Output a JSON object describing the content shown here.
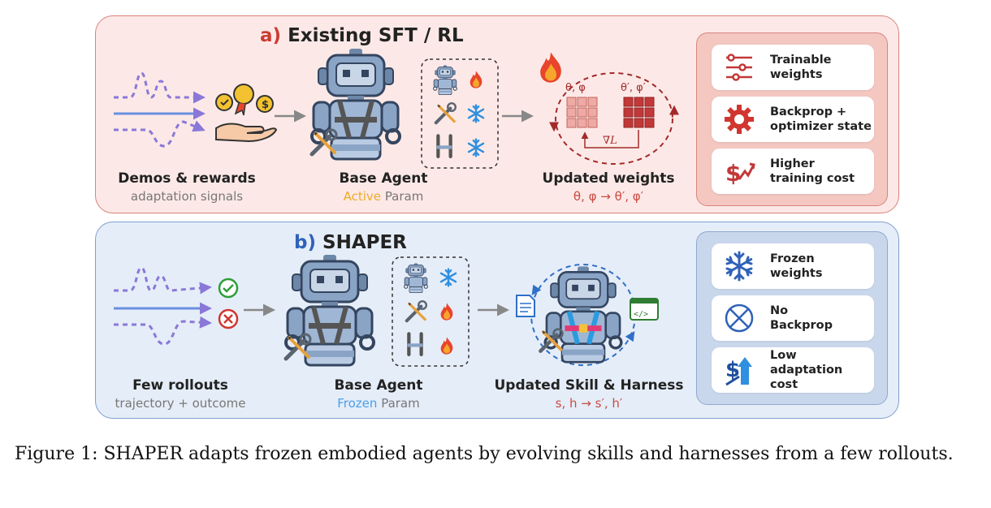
{
  "panel_a": {
    "label": "a)",
    "title": "Existing SFT / RL",
    "col1": {
      "main": "Demos & rewards",
      "sub": "adaptation signals"
    },
    "col2": {
      "main": "Base Agent",
      "sub_highlight": "Active",
      "sub_rest": " Param"
    },
    "col3": {
      "main": "Updated weights",
      "sub": "θ, φ → θ′, φ′",
      "left_param": "θ, φ",
      "right_param": "θ′, φ′",
      "gradient": "∇L"
    },
    "cards": [
      {
        "icon": "sliders-icon",
        "text": "Trainable\nweights"
      },
      {
        "icon": "gear-icon",
        "text": "Backprop +\noptimizer state"
      },
      {
        "icon": "dollar-cost-icon",
        "text": "Higher\ntraining cost"
      }
    ]
  },
  "panel_b": {
    "label": "b)",
    "title": "SHAPER",
    "col1": {
      "main": "Few rollouts",
      "sub": "trajectory + outcome"
    },
    "col2": {
      "main": "Base Agent",
      "sub_highlight": "Frozen",
      "sub_rest": " Param"
    },
    "col3": {
      "main": "Updated Skill & Harness",
      "sub": "s, h → s′, h′"
    },
    "cards": [
      {
        "icon": "snowflake-icon",
        "text": "Frozen\nweights"
      },
      {
        "icon": "no-backprop-icon",
        "text": "No\nBackprop"
      },
      {
        "icon": "low-cost-icon",
        "text": "Low\nadaptation cost"
      }
    ]
  },
  "caption": "Figure 1: SHAPER adapts frozen embodied agents by evolving skills and harnesses from a few rollouts.",
  "colors": {
    "red_accent": "#cc3b32",
    "blue_accent": "#2f62b8",
    "active": "#f0a92a",
    "frozen": "#4a9ee8"
  }
}
